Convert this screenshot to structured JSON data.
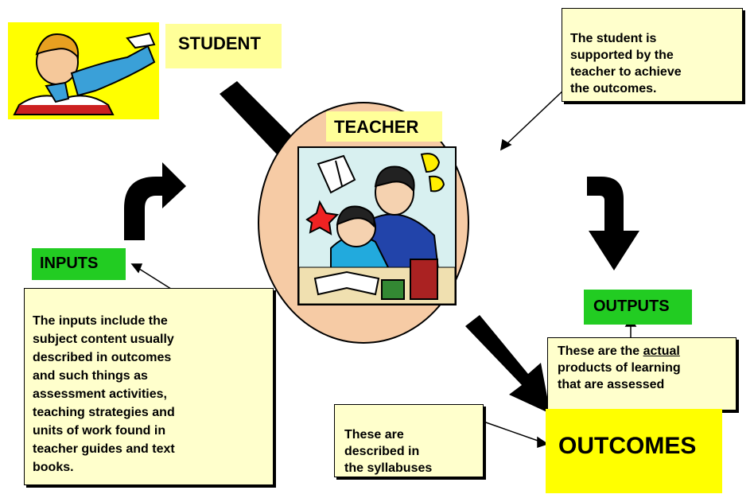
{
  "labels": {
    "student": "STUDENT",
    "teacher": "TEACHER",
    "inputs": "INPUTS",
    "outputs": "OUTPUTS",
    "outcomes": "OUTCOMES"
  },
  "notes": {
    "student_support": "The student is\nsupported by the\nteacher to achieve\nthe outcomes.",
    "inputs_desc": "The inputs include the\nsubject content usually\ndescribed in outcomes\nand such things as\nassessment activities,\nteaching strategies and\nunits of work found in\nteacher guides and text\nbooks.",
    "outputs_desc_pre": "These are the ",
    "outputs_desc_underlined": "actual",
    "outputs_desc_post": "\nproducts of learning\nthat are assessed",
    "outcomes_desc": "These are\ndescribed in\nthe syllabuses"
  },
  "colors": {
    "label_yellow": "#ffff99",
    "outcomes_yellow": "#ffff00",
    "label_green": "#22cc22",
    "note_fill": "#ffffcc",
    "teacher_circle": "#f6cba5"
  },
  "images": {
    "student_clipart": "boy-reading-icon",
    "teacher_clipart": "teacher-helping-student-icon"
  }
}
